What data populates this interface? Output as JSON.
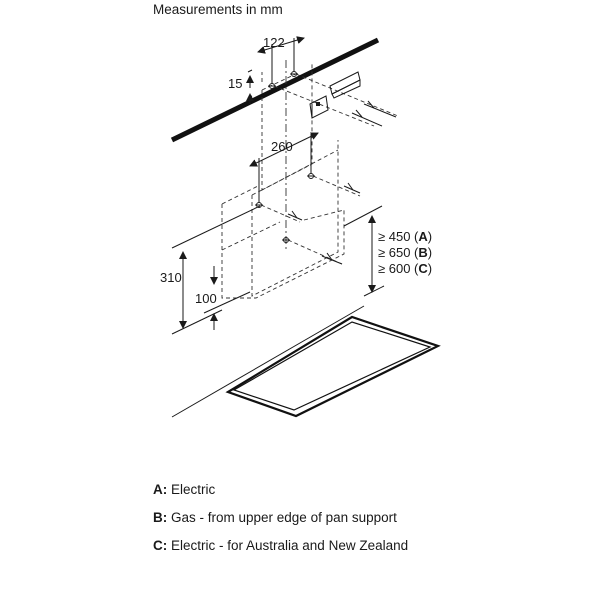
{
  "heading": "Measurements in mm",
  "dimensions": {
    "d122": "122",
    "d15": "15",
    "d260": "260",
    "d310": "310",
    "d100": "100"
  },
  "clearances": [
    {
      "prefix": "≥ 450 (",
      "key": "A",
      "suffix": ")"
    },
    {
      "prefix": "≥ 650 (",
      "key": "B",
      "suffix": ")"
    },
    {
      "prefix": "≥ 600 (",
      "key": "C",
      "suffix": ")"
    }
  ],
  "legend": [
    {
      "key": "A:",
      "text": " Electric"
    },
    {
      "key": "B:",
      "text": " Gas - from upper edge of pan support"
    },
    {
      "key": "C:",
      "text": " Electric - for Australia and New Zealand"
    }
  ]
}
